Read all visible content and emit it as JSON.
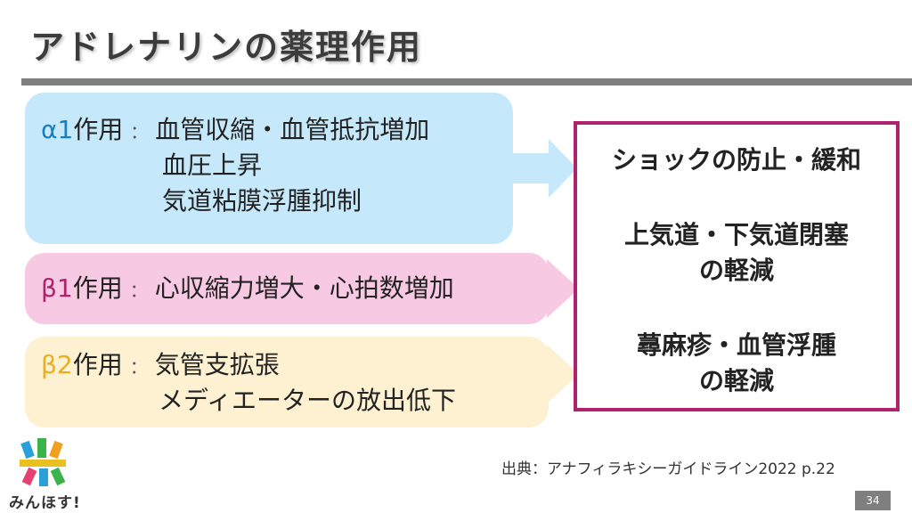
{
  "slide": {
    "title": "アドレナリンの薬理作用",
    "page_number": "34"
  },
  "effects": [
    {
      "greek": "α1",
      "greek_color": "#1a7fc1",
      "label": "作用",
      "separator": "：",
      "lines": [
        "血管収縮・血管抵抗増加",
        "血圧上昇",
        "気道粘膜浮腫抑制"
      ],
      "box_color": "#c5e8fb"
    },
    {
      "greek": "β1",
      "greek_color": "#b0226e",
      "label": "作用",
      "separator": "：",
      "lines": [
        "心収縮力増大・心拍数増加"
      ],
      "box_color": "#f7c9e2"
    },
    {
      "greek": "β2",
      "greek_color": "#e8b020",
      "label": "作用",
      "separator": "：",
      "lines": [
        "気管支拡張",
        "メディエーターの放出低下"
      ],
      "box_color": "#fdf1d2"
    }
  ],
  "results": [
    "ショックの防止・緩和",
    "上気道・下気道閉塞",
    "の軽減",
    "蕁麻疹・血管浮腫",
    "の軽減"
  ],
  "result_border_color": "#b0226e",
  "source": "出典：アナフィラキシーガイドライン2022 p.22",
  "logo": {
    "text": "みんほす!"
  }
}
